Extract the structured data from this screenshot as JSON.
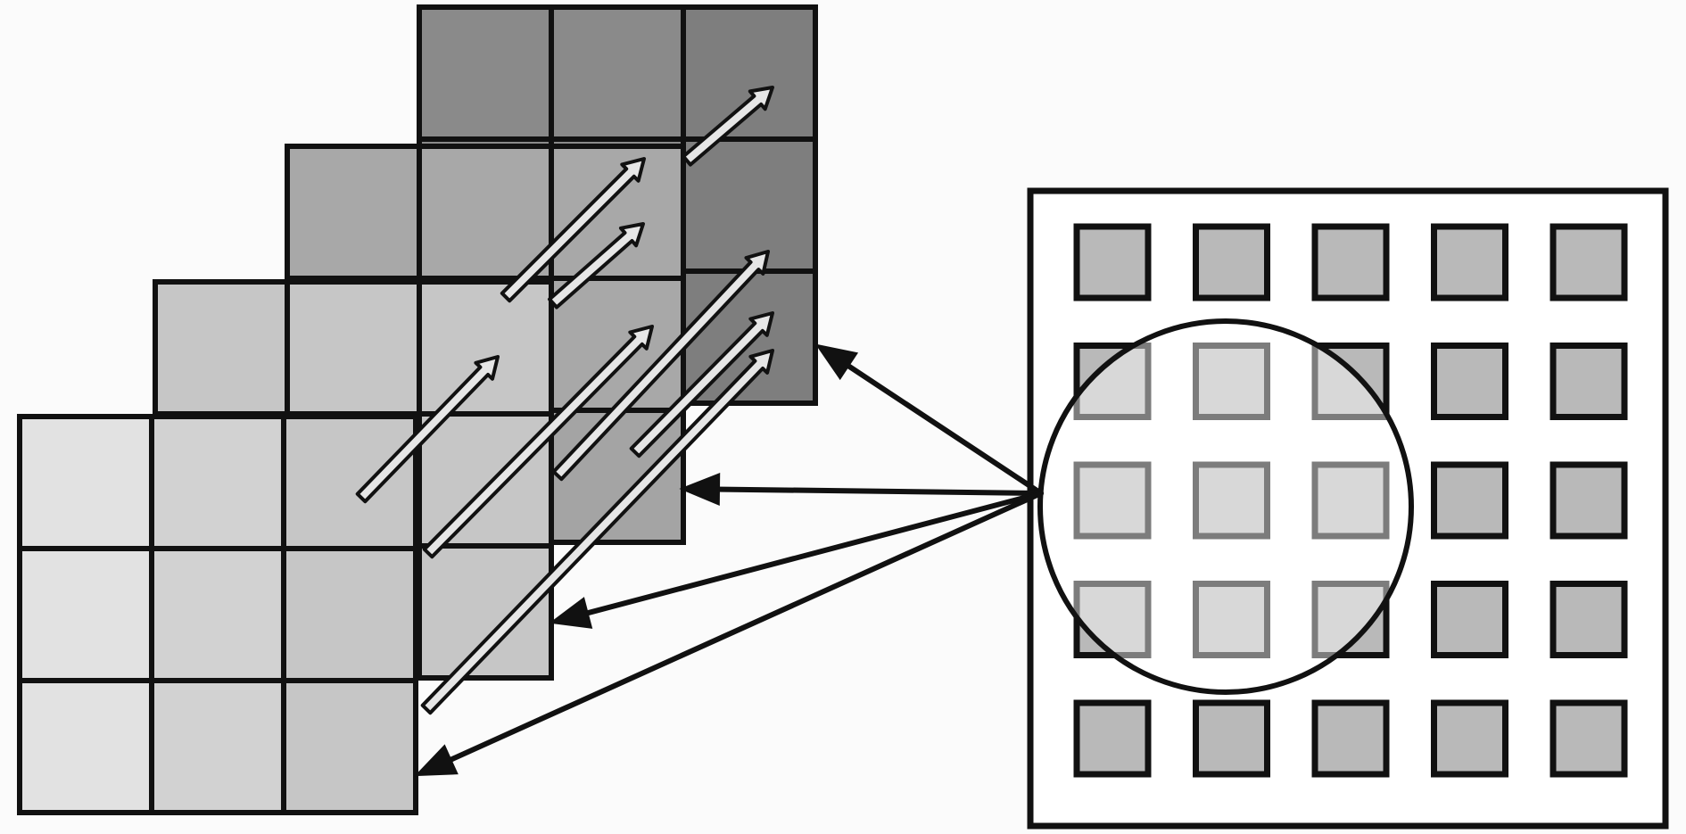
{
  "colors": {
    "background": "#fbfbfb",
    "stroke": "#111111",
    "arrow_fill": "#e6e6e6",
    "layer_fills": [
      "#e2e2e2",
      "#c6c6c6",
      "#a8a8a8",
      "#8a8a8a"
    ],
    "layer_front_columns": [
      [
        "#e2e2e2",
        "#d2d2d2",
        "#c6c6c6"
      ],
      null,
      null,
      null
    ],
    "layer_back_column_overrides": [
      null,
      null,
      [
        "#a8a8a8",
        "#a8a8a8",
        "#a4a4a4"
      ],
      [
        "#7e7e7e",
        "#7e7e7e",
        "#7e7e7e"
      ]
    ],
    "kernel_square": "#b9b9b9",
    "circle_fill": "rgba(255,255,255,0.45)"
  },
  "layers": {
    "count": 4,
    "grid": [
      3,
      3
    ]
  },
  "kernel": {
    "grid": [
      5,
      5
    ],
    "circle": true
  }
}
